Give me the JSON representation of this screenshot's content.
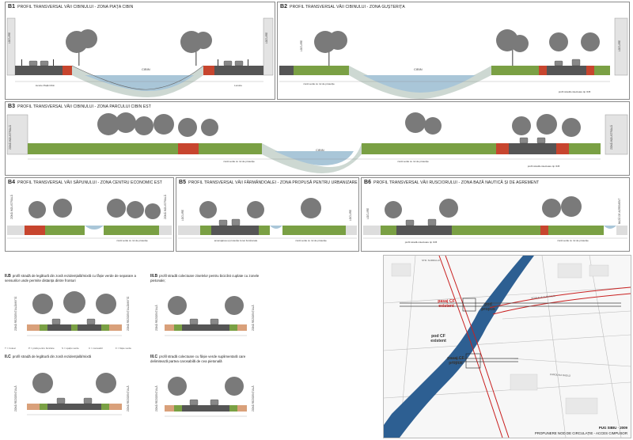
{
  "panels": {
    "b1": {
      "code": "B1",
      "title": "PROFIL TRANSVERSAL VĂII CIBINULUI - ZONA PIAȚA CIBIN",
      "river": "CIBIN",
      "left_label": "LOCUIRE",
      "right_label": "LOCUIRE",
      "note_left": "locuire Piață Cibin",
      "note_right": "Locuire"
    },
    "b2": {
      "code": "B2",
      "title": "PROFIL TRANSVERSAL VĂII CIBINULUI - ZONA GUȘTERIȚA",
      "river": "CIBIN",
      "left_label": "LOCUIRE",
      "right_label": "LOCUIRE",
      "note_left": "zonă verde cu rol de protecție",
      "note_right": "profil stradă colectoare tip III.B"
    },
    "b3": {
      "code": "B3",
      "title": "PROFIL TRANSVERSAL VĂII CIBINULUI - ZONA PARCULUI CIBIN EST",
      "river": "CIBIN",
      "left_label": "ZONĂ INDUSTRIALĂ",
      "right_label": "ZONĂ INDUSTRIALĂ",
      "note_left": "zonă verde cu rol de protecție",
      "note_right": "zonă verde cu rol de protecție",
      "note_street": "profil stradă colectoare tip III.B"
    },
    "b4": {
      "code": "B4",
      "title": "PROFIL TRANSVERSAL VĂII SĂPUNULUI - ZONA CENTRU ECONOMIC EST",
      "left_label": "ZONĂ INDUSTRIALĂ",
      "right_label": "ZONĂ INDUSTRIALĂ",
      "note": "zonă verde cu rol de protecție"
    },
    "b5": {
      "code": "B5",
      "title": "PROFIL TRANSVERSAL VĂII FĂRMĂNDOALEI - ZONA PROPUSĂ PENTRU URBANIZARE",
      "left_label": "LOCUIRE",
      "right_label": "LOCUIRE",
      "note_left": "amenajarea și protecția zonei funcționale",
      "note_right": "zonă verde cu rol de protecție"
    },
    "b6": {
      "code": "B6",
      "title": "PROFIL TRANSVERSAL VĂII RUSCIORULUI - ZONA BAZĂ NAUTICĂ ȘI DE AGREMENT",
      "left_label": "LOCUIRE",
      "right_label": "BAZĂ DE AGREMENT",
      "note_left": "profil stradă colectoare tip III.B",
      "note_right": "zonă verde cu rol de protecție"
    }
  },
  "street_profiles": [
    {
      "code": "II.B",
      "title": "profil stradă de legătură din zonă rezidențială/mixtă cu fâșie verde de separare a sensurilor unde permite distanța dintre fronturi",
      "side": "ZONĂ REZIDENȚIALĂ/MIXTĂ"
    },
    {
      "code": "III.B",
      "title": "profil stradă colectoare ziselelor pentru biciclist cuplate cu zonele pietonale;",
      "side": "ZONĂ REZIDENȚIALĂ"
    },
    {
      "code": "II.C",
      "title": "profil stradă de legătură din zonă rezidențială/mixtă",
      "side": "ZONĂ REZIDENȚIALĂ"
    },
    {
      "code": "III.C",
      "title": "profil stradă colectoare cu fâșie verde suplimentară care delimitează partea carosabilă de cea pietonală",
      "side": "ZONĂ REZIDENȚIALĂ"
    }
  ],
  "legend": [
    "T = trotuar",
    "P = pistă pentru biciclete",
    "S = spațiu verde",
    "C = carosabil",
    "F = fâșie verde"
  ],
  "map": {
    "labels": {
      "pasaj_existent": "pasaj CF existent",
      "pod_propus": "pod propus",
      "pod_existent": "pod CF existent",
      "pasaj_propus": "pasaj CF propus"
    },
    "streets": [
      "SOSEAUA ALBA IULIA",
      "CAROLINA RADUZ",
      "STR. SURDULUI"
    ],
    "footer_project": "PUG SIBIU · 2009",
    "footer_title": "PROPUNERE NOD DE CIRCULAȚIE - ACCES CIMPUSOR"
  }
}
